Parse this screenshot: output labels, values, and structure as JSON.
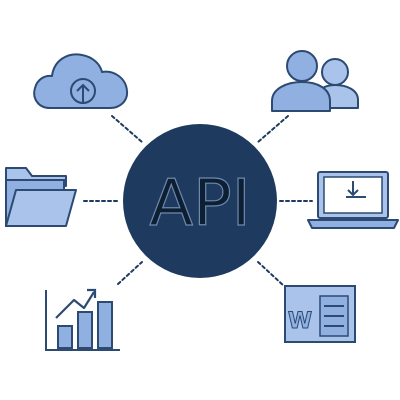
{
  "hub": {
    "label": "API"
  },
  "nodes": [
    {
      "id": "cloud",
      "icon": "cloud-upload-icon"
    },
    {
      "id": "users",
      "icon": "users-icon"
    },
    {
      "id": "folder",
      "icon": "folder-icon"
    },
    {
      "id": "laptop",
      "icon": "laptop-download-icon"
    },
    {
      "id": "chart",
      "icon": "bar-chart-growth-icon"
    },
    {
      "id": "word",
      "icon": "word-document-icon"
    }
  ],
  "word_doc": {
    "letter": "W"
  },
  "colors": {
    "navy": "#1e3a5f",
    "stroke": "#2c4a72",
    "icon_fill": "#8fb0e0",
    "icon_fill_light": "#a9c3ea",
    "hub_text": "#0d1f33",
    "dotted": "#1e3a5f"
  }
}
